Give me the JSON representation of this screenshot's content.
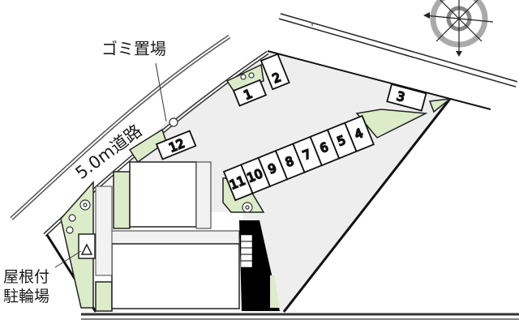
{
  "labels": {
    "road": "5.0m道路",
    "garbage": "ゴミ置場",
    "bike_line1": "屋根付",
    "bike_line2": "駐輪場"
  },
  "parking": {
    "top_row": [
      "1",
      "2"
    ],
    "isolated": [
      "3",
      "12"
    ],
    "main_row": [
      "11",
      "10",
      "9",
      "8",
      "7",
      "6",
      "5",
      "4"
    ]
  },
  "compass": {
    "icon": "compass-rose-icon",
    "arrow_directions": [
      "west",
      "south"
    ]
  },
  "colors": {
    "paving": "#eeeeee",
    "planting": "#dcebc8",
    "building": "#ffffff",
    "stair_block": "#000000",
    "road_line": "#555555",
    "compass_ring": "#999999"
  }
}
